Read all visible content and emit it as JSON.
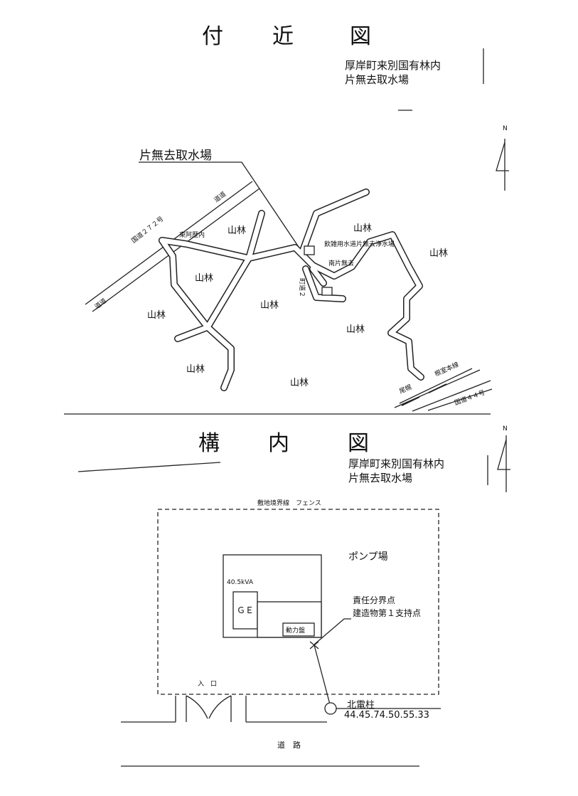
{
  "vicinity_map": {
    "title_chars": [
      "付",
      "近",
      "図"
    ],
    "location_line1": "厚岸町来別国有林内",
    "location_line2": "片無去取水場",
    "facility_label": "片無去取水場",
    "north_label": "N",
    "forest_label": "山林",
    "labels": {
      "higashi_akkeshi": "東阿歴内",
      "water_plant": "飲雑用水道片無去浄水場",
      "minami_katanashi": "南片無去",
      "dou_left": "道道",
      "dou_top": "道道",
      "kokudo_left": "国道２７２号",
      "railway": "根室本線",
      "oshibetsu": "尾幌",
      "kokudo_44": "国道４４号",
      "village_road": "町道２"
    }
  },
  "site_plan": {
    "title_chars": [
      "構",
      "内",
      "図"
    ],
    "location_line1": "厚岸町来別国有林内",
    "location_line2": "片無去取水場",
    "north_label": "N",
    "boundary_label": "敷地境界線　フェンス",
    "pump_label": "ポンプ場",
    "capacity_label": "40.5kVA",
    "generator_label": "ＧＥ",
    "panel_label": "動力盤",
    "responsibility_line1": "責任分界点",
    "responsibility_line2": "建造物第１支持点",
    "entrance_label": "入　口",
    "pole_label": "北電柱",
    "pole_number": "44.45.74.50.55.33",
    "road_label": "道　路"
  }
}
